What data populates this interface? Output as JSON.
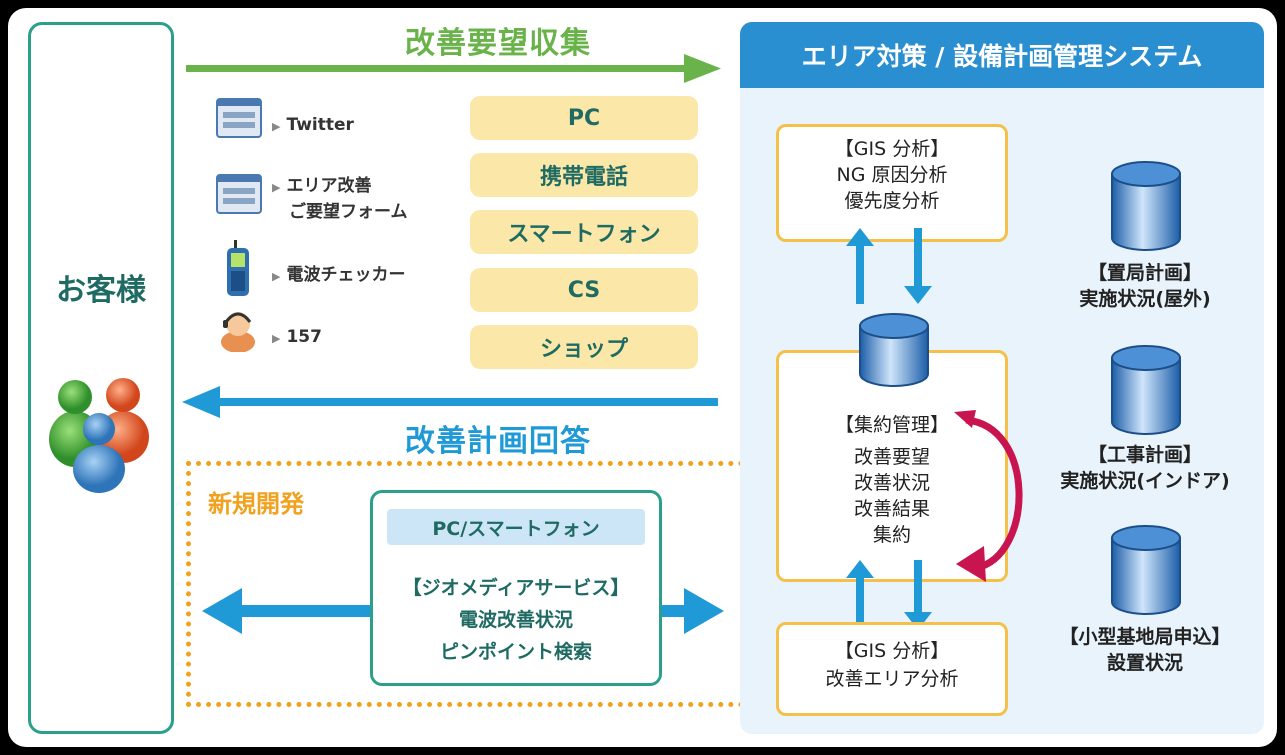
{
  "customer": {
    "label": "お客様"
  },
  "collect": {
    "label": "改善要望収集",
    "color": "#6ab34b"
  },
  "respond": {
    "label": "改善計画回答",
    "color": "#1f9ad6"
  },
  "sources": [
    {
      "label": "Twitter",
      "icon": "web-page-icon"
    },
    {
      "label": "エリア改善",
      "label2": "ご要望フォーム",
      "icon": "web-page-icon"
    },
    {
      "label": "電波チェッカー",
      "icon": "mobile-phone-icon"
    },
    {
      "label": "157",
      "icon": "operator-icon"
    }
  ],
  "channels": [
    "PC",
    "携帯電話",
    "スマートフォン",
    "CS",
    "ショップ"
  ],
  "new_dev": {
    "label": "新規開発",
    "header": "PC/スマートフォン",
    "lines": [
      "【ジオメディアサービス】",
      "電波改善状況",
      "ピンポイント検索"
    ]
  },
  "system": {
    "title": "エリア対策 / 設備計画管理システム",
    "gis_top": [
      "【GIS 分析】",
      "NG 原因分析",
      "優先度分析"
    ],
    "aggregation": [
      "【集約管理】",
      "改善要望",
      "改善状況",
      "改善結果",
      "集約"
    ],
    "gis_bottom": [
      "【GIS 分析】",
      "改善エリア分析"
    ],
    "databases": [
      {
        "title": "【置局計画】",
        "sub": "実施状況(屋外)"
      },
      {
        "title": "【工事計画】",
        "sub": "実施状況(インドア)"
      },
      {
        "title": "【小型基地局申込】",
        "sub": "設置状況"
      }
    ]
  },
  "colors": {
    "teal": "#2aa08a",
    "accent_blue": "#2a8fd0",
    "orange": "#f0a21e",
    "yellow_chip": "#fbe8a8",
    "crimson": "#c8154f"
  }
}
